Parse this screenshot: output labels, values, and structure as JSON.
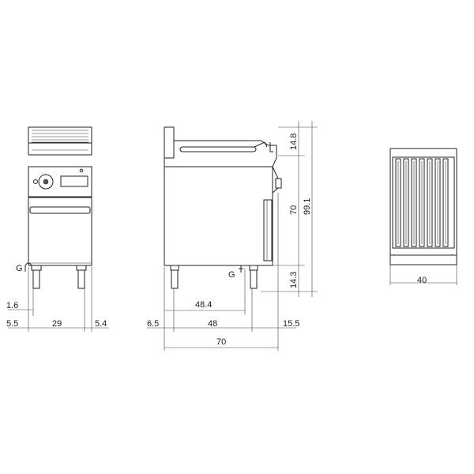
{
  "front_view": {
    "gas_label": "G",
    "dim_foot": "1.6",
    "dim_left": "5.5",
    "dim_width": "29",
    "dim_right": "5.4"
  },
  "side_view": {
    "gas_label": "G",
    "dim_top": "14.8",
    "dim_body": "70",
    "dim_total_height": "99.1",
    "dim_bottom": "14.3",
    "dim_inner_depth": "48.4",
    "dim_left": "6.5",
    "dim_depth": "48",
    "dim_right": "15.5",
    "dim_total_depth": "70"
  },
  "top_view": {
    "dim_width": "40"
  }
}
